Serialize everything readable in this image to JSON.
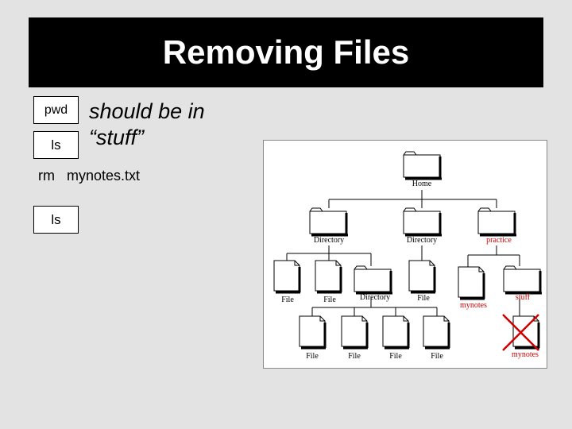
{
  "slide": {
    "title": "Removing Files"
  },
  "commands": {
    "pwd": "pwd",
    "ls": "ls",
    "rm": "rm   mynotes.txt",
    "ls_again": "ls"
  },
  "note": {
    "line1": "should be in",
    "line2": "“stuff”"
  },
  "tree": {
    "home": "Home",
    "dir_left": "Directory",
    "dir_mid": "Directory",
    "practice": "practice",
    "file_1": "File",
    "file_2": "File",
    "dir_sub": "Directory",
    "file_3": "File",
    "mynotes_1": "mynotes",
    "stuff": "stuff",
    "file_4": "File",
    "file_5": "File",
    "file_6": "File",
    "file_7": "File",
    "mynotes_2": "mynotes",
    "highlight_color": "#cc0000"
  }
}
